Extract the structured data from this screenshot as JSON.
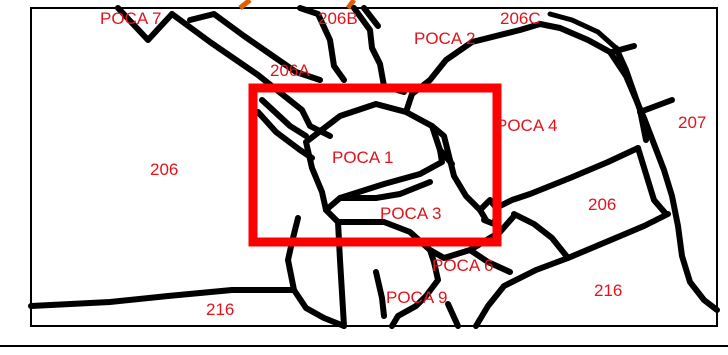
{
  "map": {
    "labels": [
      {
        "id": "poca-7",
        "text": "POCA 7"
      },
      {
        "id": "206b",
        "text": "206B"
      },
      {
        "id": "poca-2",
        "text": "POCA 2"
      },
      {
        "id": "206c",
        "text": "206C"
      },
      {
        "id": "206a",
        "text": "206A"
      },
      {
        "id": "poca-4",
        "text": "POCA 4"
      },
      {
        "id": "207",
        "text": "207"
      },
      {
        "id": "206-left",
        "text": "206"
      },
      {
        "id": "poca-1",
        "text": "POCA 1"
      },
      {
        "id": "poca-3",
        "text": "POCA 3"
      },
      {
        "id": "206-right",
        "text": "206"
      },
      {
        "id": "poca-6",
        "text": "POCA 6"
      },
      {
        "id": "216-right",
        "text": "216"
      },
      {
        "id": "216-left",
        "text": "216"
      },
      {
        "id": "poca-9",
        "text": "POCA 9"
      }
    ],
    "highlight_color": "#ff0000",
    "label_color": "#e0141c",
    "boundary_color": "#000000"
  }
}
